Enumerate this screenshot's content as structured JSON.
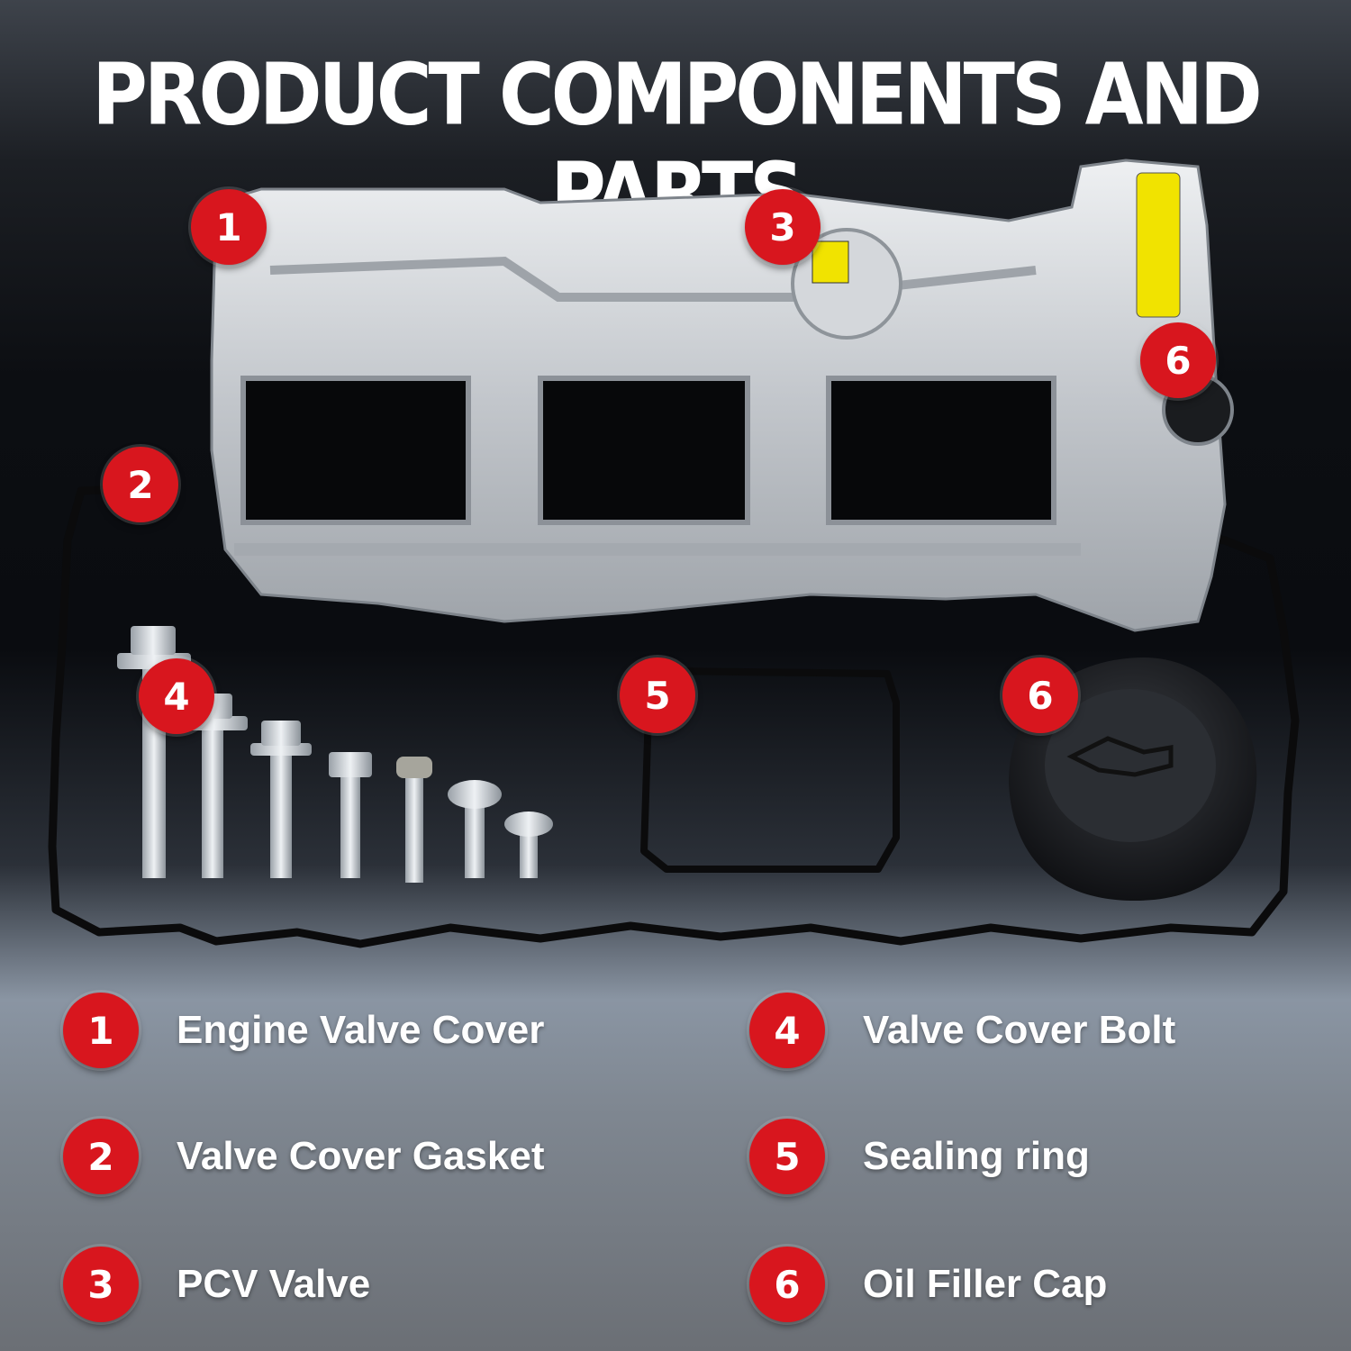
{
  "title": "PRODUCT COMPONENTS AND PARTS",
  "callouts": {
    "engine_valve_cover": "1",
    "valve_cover_gasket": "2",
    "pcv_valve": "3",
    "valve_cover_bolt": "4",
    "sealing_ring": "5",
    "oil_filler_cap_on_cover": "6",
    "oil_filler_cap": "6"
  },
  "legend": [
    {
      "number": "1",
      "label": "Engine Valve Cover"
    },
    {
      "number": "2",
      "label": "Valve Cover Gasket"
    },
    {
      "number": "3",
      "label": "PCV Valve"
    },
    {
      "number": "4",
      "label": "Valve Cover Bolt"
    },
    {
      "number": "5",
      "label": "Sealing ring"
    },
    {
      "number": "6",
      "label": "Oil Filler Cap"
    }
  ],
  "colors": {
    "badge": "#d8161e",
    "aluminum": "#c9cdd2",
    "gasket": "#111111",
    "text": "#ffffff"
  }
}
